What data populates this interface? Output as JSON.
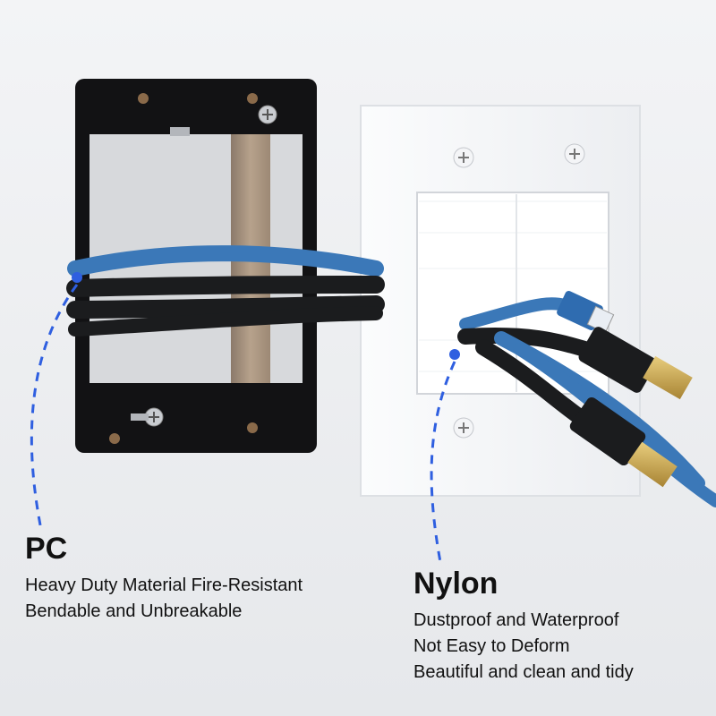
{
  "callouts": {
    "pc": {
      "title": "PC",
      "lines": [
        "Heavy Duty Material Fire-Resistant",
        "Bendable and Unbreakable"
      ]
    },
    "nylon": {
      "title": "Nylon",
      "lines": [
        "Dustproof and Waterproof",
        "Not Easy to Deform",
        "Beautiful and clean and tidy"
      ]
    }
  },
  "colors": {
    "background": "#eeeff1",
    "bracket": "#121214",
    "wallplate": "#f7f8f9",
    "blue_cable": "#3b78b8",
    "black_cable": "#1b1c1e",
    "accent_dots": "#2f5fe0",
    "hdmi_gold": "#c9a44a"
  },
  "icons": [
    "screw-icon",
    "hdmi-connector-icon",
    "rj45-connector-icon"
  ]
}
